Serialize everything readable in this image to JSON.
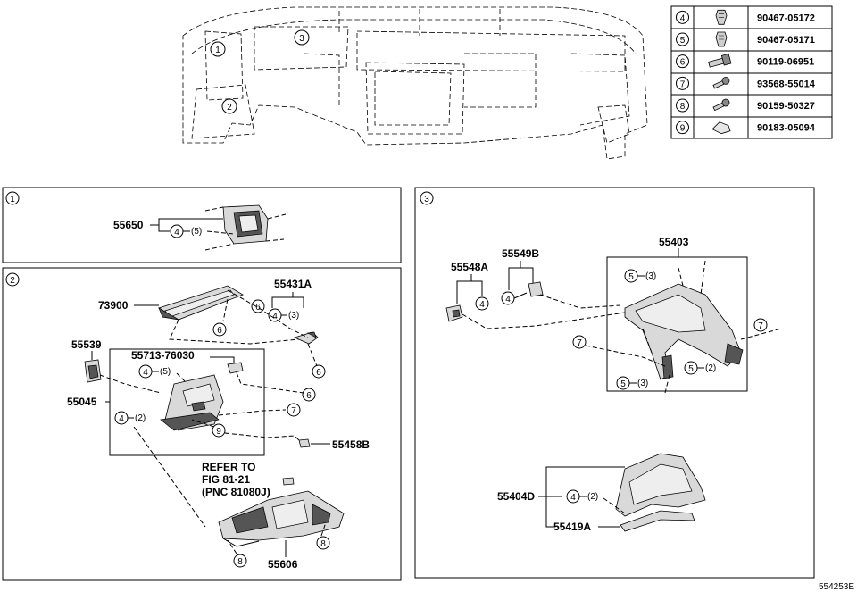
{
  "diagram_id": "554253E",
  "fasteners": [
    {
      "ref": "4",
      "part": "90467-05172",
      "icon": "clip-icon"
    },
    {
      "ref": "5",
      "part": "90467-05171",
      "icon": "clip-icon"
    },
    {
      "ref": "6",
      "part": "90119-06951",
      "icon": "bolt-icon"
    },
    {
      "ref": "7",
      "part": "93568-55014",
      "icon": "screw-icon"
    },
    {
      "ref": "8",
      "part": "90159-50327",
      "icon": "screw-icon"
    },
    {
      "ref": "9",
      "part": "90183-05094",
      "icon": "nut-clip-icon"
    }
  ],
  "overview": {
    "callouts": [
      "1",
      "2",
      "3"
    ]
  },
  "panel1": {
    "number": "1",
    "part": "55650",
    "qty_a": "4",
    "qty_b": "(5)"
  },
  "panel2": {
    "number": "2",
    "parts": {
      "p73900": "73900",
      "p55431A": "55431A",
      "p55539": "55539",
      "p55713": "55713-76030",
      "p55045": "55045",
      "p55458B": "55458B",
      "p55606": "55606"
    },
    "callouts": {
      "c6a": "6",
      "c6b": "6",
      "c6c": "6",
      "c6d": "6",
      "c4a": "4",
      "c4a_q": "(3)",
      "c4b": "4",
      "c4b_q": "(5)",
      "c4c": "4",
      "c4c_q": "(2)",
      "c7": "7",
      "c9": "9",
      "c8a": "8",
      "c8b": "8"
    },
    "refer": {
      "line1": "REFER TO",
      "line2": "FIG 81-21",
      "line3": "(PNC 81080J)"
    }
  },
  "panel3": {
    "number": "3",
    "parts": {
      "p55548A": "55548A",
      "p55549B": "55549B",
      "p55403": "55403",
      "p55404D": "55404D",
      "p55419A": "55419A"
    },
    "callouts": {
      "c4a": "4",
      "c4b": "4",
      "c5a": "5",
      "c5a_q": "(3)",
      "c7a": "7",
      "c7b": "7",
      "c5b": "5",
      "c5b_q": "(2)",
      "c5c": "5",
      "c5c_q": "(3)",
      "c4d": "4",
      "c4d_q": "(2)"
    }
  }
}
